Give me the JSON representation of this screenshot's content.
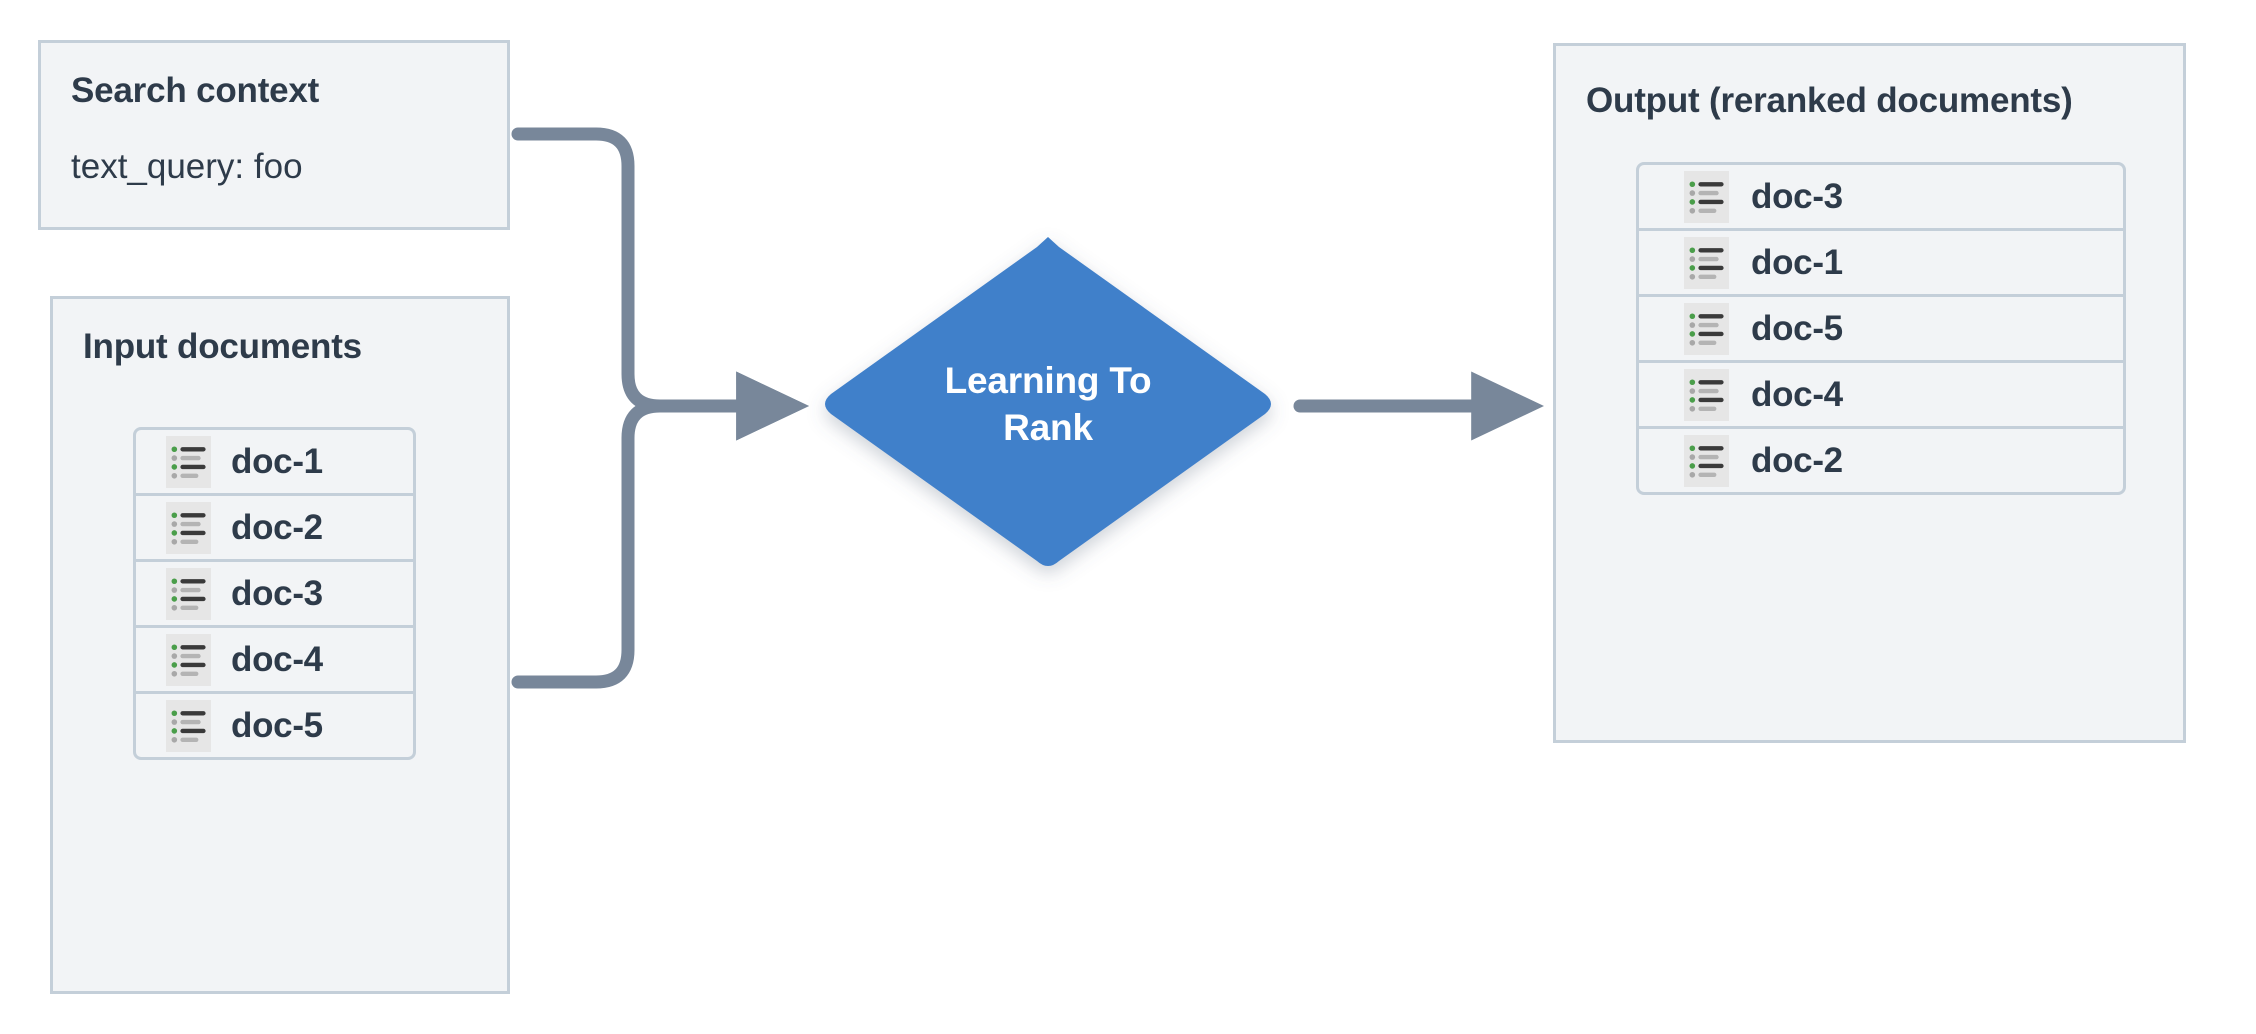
{
  "diagram": {
    "title": "Learning To Rank reranking pipeline",
    "background": "#ffffff",
    "colors": {
      "panel_fill": "#f2f4f6",
      "panel_border": "#c4cfd9",
      "text": "#2e3b4a",
      "node_fill": "#4180ca",
      "node_text": "#ffffff",
      "connector": "#78879a",
      "icon_bg": "#e6e6e6",
      "icon_bullet_active": "#4a9e4a",
      "icon_bullet_muted": "#a8a8a8",
      "icon_line_dark": "#3a3a3a",
      "icon_line_muted": "#b4b4b4"
    }
  },
  "search_context": {
    "title": "Search context",
    "query_line": "text_query: foo"
  },
  "input_documents": {
    "title": "Input documents",
    "docs": [
      {
        "label": "doc-1",
        "icon": "document-list-icon"
      },
      {
        "label": "doc-2",
        "icon": "document-list-icon"
      },
      {
        "label": "doc-3",
        "icon": "document-list-icon"
      },
      {
        "label": "doc-4",
        "icon": "document-list-icon"
      },
      {
        "label": "doc-5",
        "icon": "document-list-icon"
      }
    ]
  },
  "model_node": {
    "shape": "diamond",
    "line1": "Learning To",
    "line2": "Rank"
  },
  "output_documents": {
    "title": "Output (reranked documents)",
    "docs": [
      {
        "label": "doc-3",
        "icon": "document-list-icon"
      },
      {
        "label": "doc-1",
        "icon": "document-list-icon"
      },
      {
        "label": "doc-5",
        "icon": "document-list-icon"
      },
      {
        "label": "doc-4",
        "icon": "document-list-icon"
      },
      {
        "label": "doc-2",
        "icon": "document-list-icon"
      }
    ]
  },
  "connectors": [
    {
      "name": "search-context-to-model",
      "from": "search_context",
      "to": "model_node",
      "arrowhead": true
    },
    {
      "name": "input-documents-to-model",
      "from": "input_documents",
      "to": "model_node",
      "arrowhead": true
    },
    {
      "name": "model-to-output",
      "from": "model_node",
      "to": "output_documents",
      "arrowhead": true
    }
  ]
}
